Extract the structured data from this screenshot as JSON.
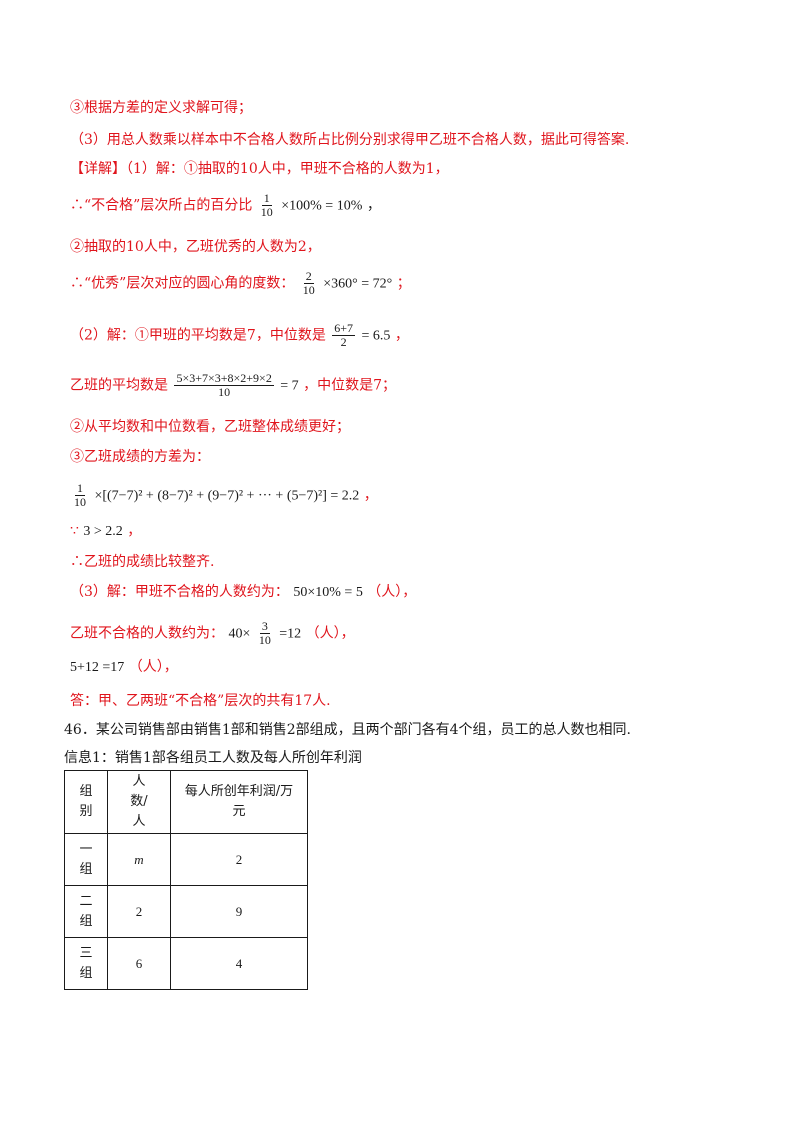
{
  "prev_solution": {
    "hint3": "③根据方差的定义求解可得；",
    "hint_part3": "（3）用总人数乘以样本中不合格人数所占比例分别求得甲乙班不合格人数，据此可得答案.",
    "detail_tag": "【详解】",
    "p1_a": "（1）解：①抽取的10人中，甲班不合格的人数为1，",
    "p1_b_prefix": "∴“不合格”层次所占的百分比",
    "p1_b_num": "1",
    "p1_b_den": "10",
    "p1_b_expr": "×100% = 10%",
    "p1_b_end": "，",
    "p1_c": "②抽取的10人中，乙班优秀的人数为2，",
    "p1_d_prefix": "∴“优秀”层次对应的圆心角的度数：",
    "p1_d_num": "2",
    "p1_d_den": "10",
    "p1_d_expr": "×360° = 72°",
    "p1_d_end": "；",
    "p2_a_prefix": "（2）解：①甲班的平均数是7，中位数是",
    "p2_a_num": "6+7",
    "p2_a_den": "2",
    "p2_a_expr": "= 6.5",
    "p2_a_end": "，",
    "p2_b_prefix": "乙班的平均数是",
    "p2_b_num": "5×3+7×3+8×2+9×2",
    "p2_b_den": "10",
    "p2_b_expr": "= 7",
    "p2_b_end": "，中位数是7；",
    "p2_c": "②从平均数和中位数看，乙班整体成绩更好；",
    "p2_d": "③乙班成绩的方差为：",
    "p2_e_num": "1",
    "p2_e_den": "10",
    "p2_e_expr": "×[(7−7)² + (8−7)² + (9−7)² + ··· + (5−7)²] = 2.2",
    "p2_e_end": "，",
    "p2_f_sym": "∵",
    "p2_f_expr": "3 > 2.2",
    "p2_f_end": "，",
    "p2_g": "∴乙班的成绩比较整齐.",
    "p3_a_prefix": "（3）解：甲班不合格的人数约为：",
    "p3_a_expr": "50×10% = 5",
    "p3_a_end": "（人），",
    "p3_b_prefix": "乙班不合格的人数约为：",
    "p3_b_lead": "40×",
    "p3_b_num": "3",
    "p3_b_den": "10",
    "p3_b_expr": "=12",
    "p3_b_end": "（人），",
    "p3_c_expr": "5+12 =17",
    "p3_c_end": "（人），",
    "answer": "答：甲、乙两班“不合格”层次的共有17人."
  },
  "question": {
    "text": "46．某公司销售部由销售1部和销售2部组成，且两个部门各有4个组，员工的总人数也相同.",
    "info1": "信息1：销售1部各组员工人数及每人所创年利润",
    "table": {
      "headers": [
        "组别",
        "人数/人",
        "每人所创年利润/万元"
      ],
      "rows": [
        [
          "一组",
          "m",
          "2"
        ],
        [
          "二组",
          "2",
          "9"
        ],
        [
          "三组",
          "6",
          "4"
        ]
      ]
    }
  }
}
